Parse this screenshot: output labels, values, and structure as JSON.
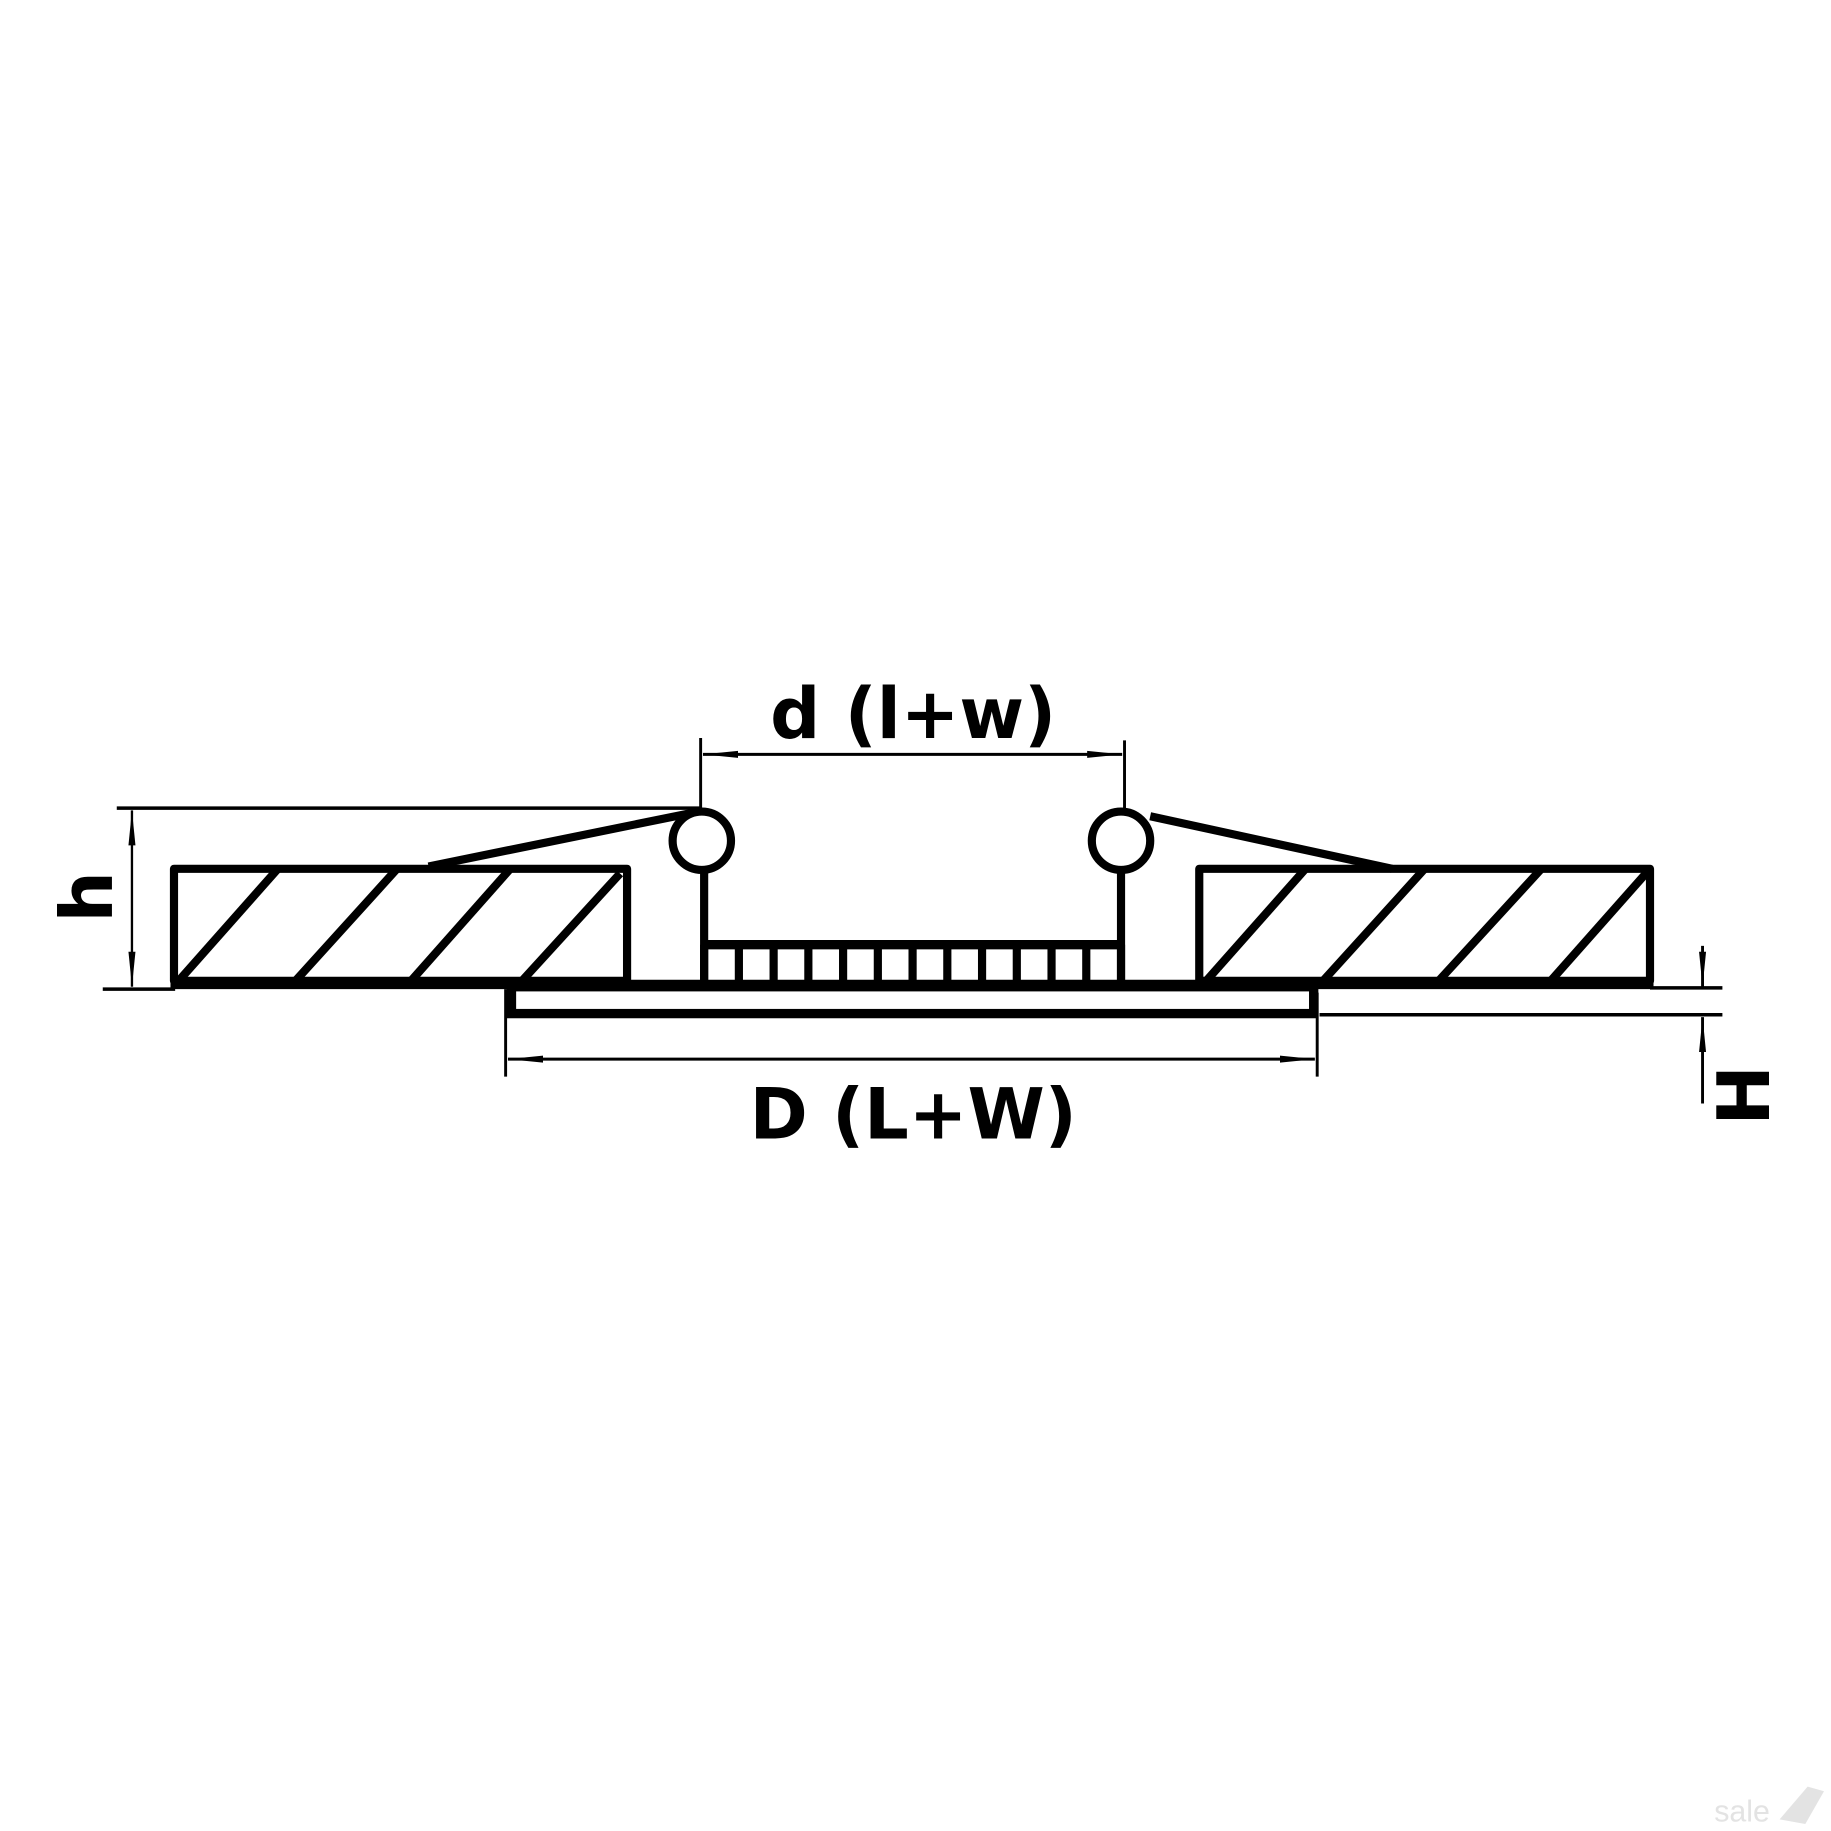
{
  "labels": {
    "inner_dimension": "d (l+w)",
    "outer_dimension": "D (L+W)",
    "height_total": "h",
    "height_flange": "H"
  },
  "watermark": "sale",
  "colors": {
    "stroke": "#000000",
    "background": "#ffffff",
    "watermark": "#e3e3e3"
  }
}
